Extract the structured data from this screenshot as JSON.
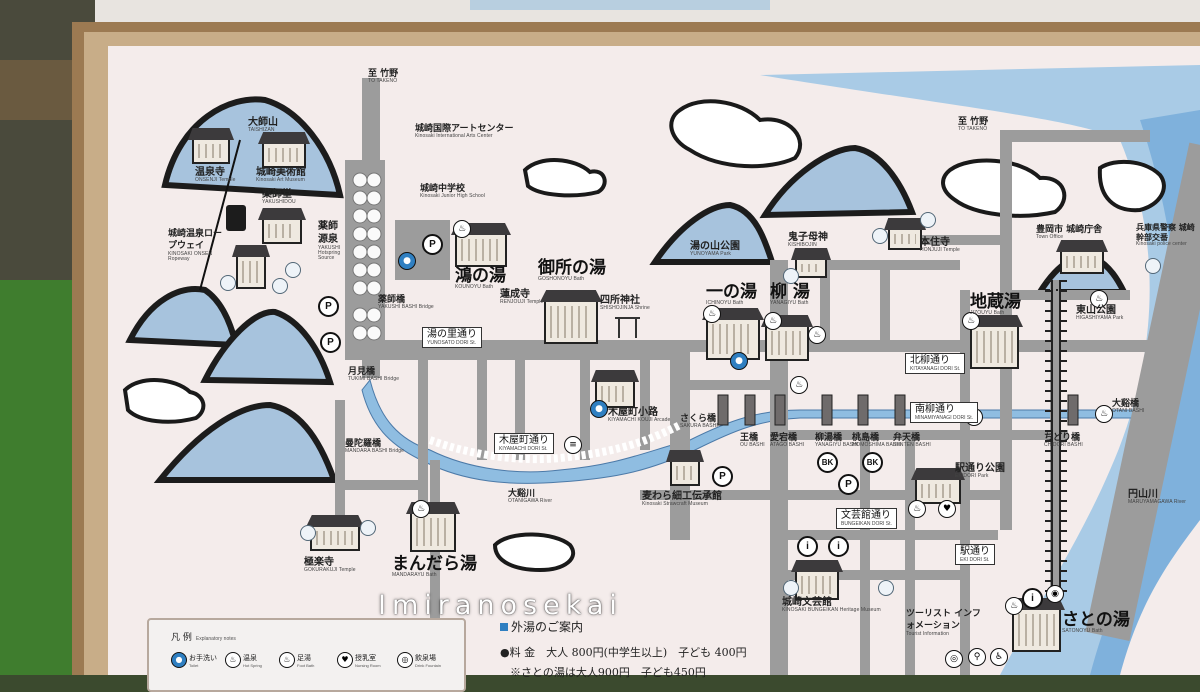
{
  "colors": {
    "background_board": "#f4eceb",
    "river": "#8fbde1",
    "road": "#9c9c9c",
    "mountain": "#a7c3dd",
    "frame": "#9c7a52"
  },
  "labels": [
    {
      "id": "to-takeno-top",
      "jp": "至 竹野",
      "en": "TO TAKENO"
    },
    {
      "id": "arts-center",
      "jp": "城崎国際アートセンター",
      "en": "Kinosaki International Arts Center"
    },
    {
      "id": "junior-high",
      "jp": "城崎中学校",
      "en": "Kinosaki Junior High School"
    },
    {
      "id": "taishizan",
      "jp": "大師山",
      "en": "TAISHIZAN"
    },
    {
      "id": "onsenji",
      "jp": "温泉寺",
      "en": "ONSENJI Temple"
    },
    {
      "id": "art-museum",
      "jp": "城崎美術館",
      "en": "Kinosaki Art Museum"
    },
    {
      "id": "yakushido",
      "jp": "薬師堂",
      "en": "YAKUSHIDOU"
    },
    {
      "id": "ropeway",
      "jp": "城崎温泉ロープウェイ",
      "en": "KINOSAKI ONSEN Ropeway"
    },
    {
      "id": "gensen",
      "jp": "薬師源泉",
      "en": "YAKUSHI Hotspring Source"
    },
    {
      "id": "kounoyu",
      "jp": "鴻の湯",
      "en": "KOUNOYU Bath"
    },
    {
      "id": "goshonoyu",
      "jp": "御所の湯",
      "en": "GOSHONOYU Bath"
    },
    {
      "id": "renjouji",
      "jp": "蓮成寺",
      "en": "RENJOUJI Temple"
    },
    {
      "id": "shishijinja",
      "jp": "四所神社",
      "en": "SHISHOJINJA Shrine"
    },
    {
      "id": "yunoyama",
      "jp": "湯の山公園",
      "en": "YUNOYAMA Park"
    },
    {
      "id": "kishibojin",
      "jp": "鬼子母神",
      "en": "KISHIBOJIN"
    },
    {
      "id": "honjuji",
      "jp": "本住寺",
      "en": "HONJUJI Temple"
    },
    {
      "id": "to-takeno-right",
      "jp": "至 竹野",
      "en": "TO TAKENO"
    },
    {
      "id": "town-office",
      "jp": "豊岡市 城崎庁舎",
      "en": "Town Office"
    },
    {
      "id": "police",
      "jp": "兵庫県警察 城崎幹部交番",
      "en": "Kinosaki police center"
    },
    {
      "id": "ichinoyu",
      "jp": "一の湯",
      "en": "ICHINOYU Bath"
    },
    {
      "id": "yanagiyu",
      "jp": "柳 湯",
      "en": "YANAGIYU Bath"
    },
    {
      "id": "jizouyu",
      "jp": "地蔵湯",
      "en": "JIZOUYU Bath"
    },
    {
      "id": "higashiyama",
      "jp": "東山公園",
      "en": "HIGASHIYAMA Park"
    },
    {
      "id": "yakushi-bridge",
      "jp": "薬師橋",
      "en": "YAKUSHI BASHI Bridge"
    },
    {
      "id": "tsukimi-bridge",
      "jp": "月見橋",
      "en": "TUKIMI BASHI Bridge"
    },
    {
      "id": "mandara-bridge",
      "jp": "曼陀羅橋",
      "en": "MANDARA BASHI Bridge"
    },
    {
      "id": "kiyamachi",
      "jp": "木屋町小路",
      "en": "KIYAMACHI KOUJI Arcade"
    },
    {
      "id": "sakura-bridge",
      "jp": "さくら橋",
      "en": "SAKURA BASHI"
    },
    {
      "id": "oh-bridge",
      "jp": "王橋",
      "en": "OU BASHI"
    },
    {
      "id": "atago-bridge",
      "jp": "愛宕橋",
      "en": "ATAGO BASHI"
    },
    {
      "id": "yanagiyu-bridge",
      "jp": "柳湯橋",
      "en": "YANAGIYU BASHI"
    },
    {
      "id": "momoshima-bridge",
      "jp": "桃島橋",
      "en": "MOMOSHIMA BASHI"
    },
    {
      "id": "benten-bridge",
      "jp": "弁天橋",
      "en": "BENTEN BASHI"
    },
    {
      "id": "chidori-bridge",
      "jp": "ちどり橋",
      "en": "CHIDORI BASHI"
    },
    {
      "id": "ohashi",
      "jp": "大谿橋",
      "en": "OTANI BASHI"
    },
    {
      "id": "otani-river",
      "jp": "大谿川",
      "en": "OTANIGAWA River"
    },
    {
      "id": "strawcraft",
      "jp": "麦わら細工伝承館",
      "en": "Kinosaki Strawcraft Museum"
    },
    {
      "id": "ekidori-park",
      "jp": "駅通り公園",
      "en": "EKIDORI Park"
    },
    {
      "id": "maruyama",
      "jp": "円山川",
      "en": "MARUYAMAGAWA River"
    },
    {
      "id": "gokurakuji",
      "jp": "極楽寺",
      "en": "GOKURAKUJI Temple"
    },
    {
      "id": "mandarayu",
      "jp": "まんだら湯",
      "en": "MANDARAYU Bath"
    },
    {
      "id": "bungeikan",
      "jp": "城崎文芸館",
      "en": "KINOSAKI BUNGEIKAN Heritage Museum"
    },
    {
      "id": "tourist-info",
      "jp": "ツーリスト インフォメーション",
      "en": "Tourist Information"
    },
    {
      "id": "satonoyu",
      "jp": "さとの湯",
      "en": "SATONOYU Bath"
    }
  ],
  "signs": [
    {
      "id": "yunosato",
      "jp": "湯の里通り",
      "en": "YUNOSATO DORI St."
    },
    {
      "id": "kiyamachi-dori",
      "jp": "木屋町通り",
      "en": "KIYAMACHI DORI St."
    },
    {
      "id": "kitayanagi",
      "jp": "北柳通り",
      "en": "KITAYANAGI DORI St."
    },
    {
      "id": "minamiyanagi",
      "jp": "南柳通り",
      "en": "MINAMIYANAGI DORI St."
    },
    {
      "id": "bungeikan-dori",
      "jp": "文芸館通り",
      "en": "BUNGEIKAN DORI St."
    },
    {
      "id": "eki-dori",
      "jp": "駅通り",
      "en": "EKI DORI St."
    }
  ],
  "map_icons": {
    "parking": "P",
    "bike": "BK",
    "toilet": "toilet-icon",
    "info": "i"
  },
  "legend": {
    "title": "凡 例",
    "subtitle": "Explanatory notes",
    "items": [
      {
        "jp": "お手洗い",
        "en": "Toilet",
        "icon": "toilet-icon"
      },
      {
        "jp": "温泉",
        "en": "Hot Spring",
        "icon": "hot-spring-icon"
      },
      {
        "jp": "足湯",
        "en": "Foot Bath",
        "icon": "foot-bath-icon"
      },
      {
        "jp": "授乳室",
        "en": "Nursing Room",
        "icon": "nursing-room-icon"
      },
      {
        "jp": "飲泉場",
        "en": "Drink Fountain",
        "icon": "drink-fountain-icon"
      }
    ]
  },
  "fees": {
    "heading": "外湯のご案内",
    "row1": "●料 金　大人 800円(中学生以上)　子ども 400円",
    "row2": "※さとの湯は大人900円　子ども450円"
  },
  "watermark": "Imiranosekai"
}
